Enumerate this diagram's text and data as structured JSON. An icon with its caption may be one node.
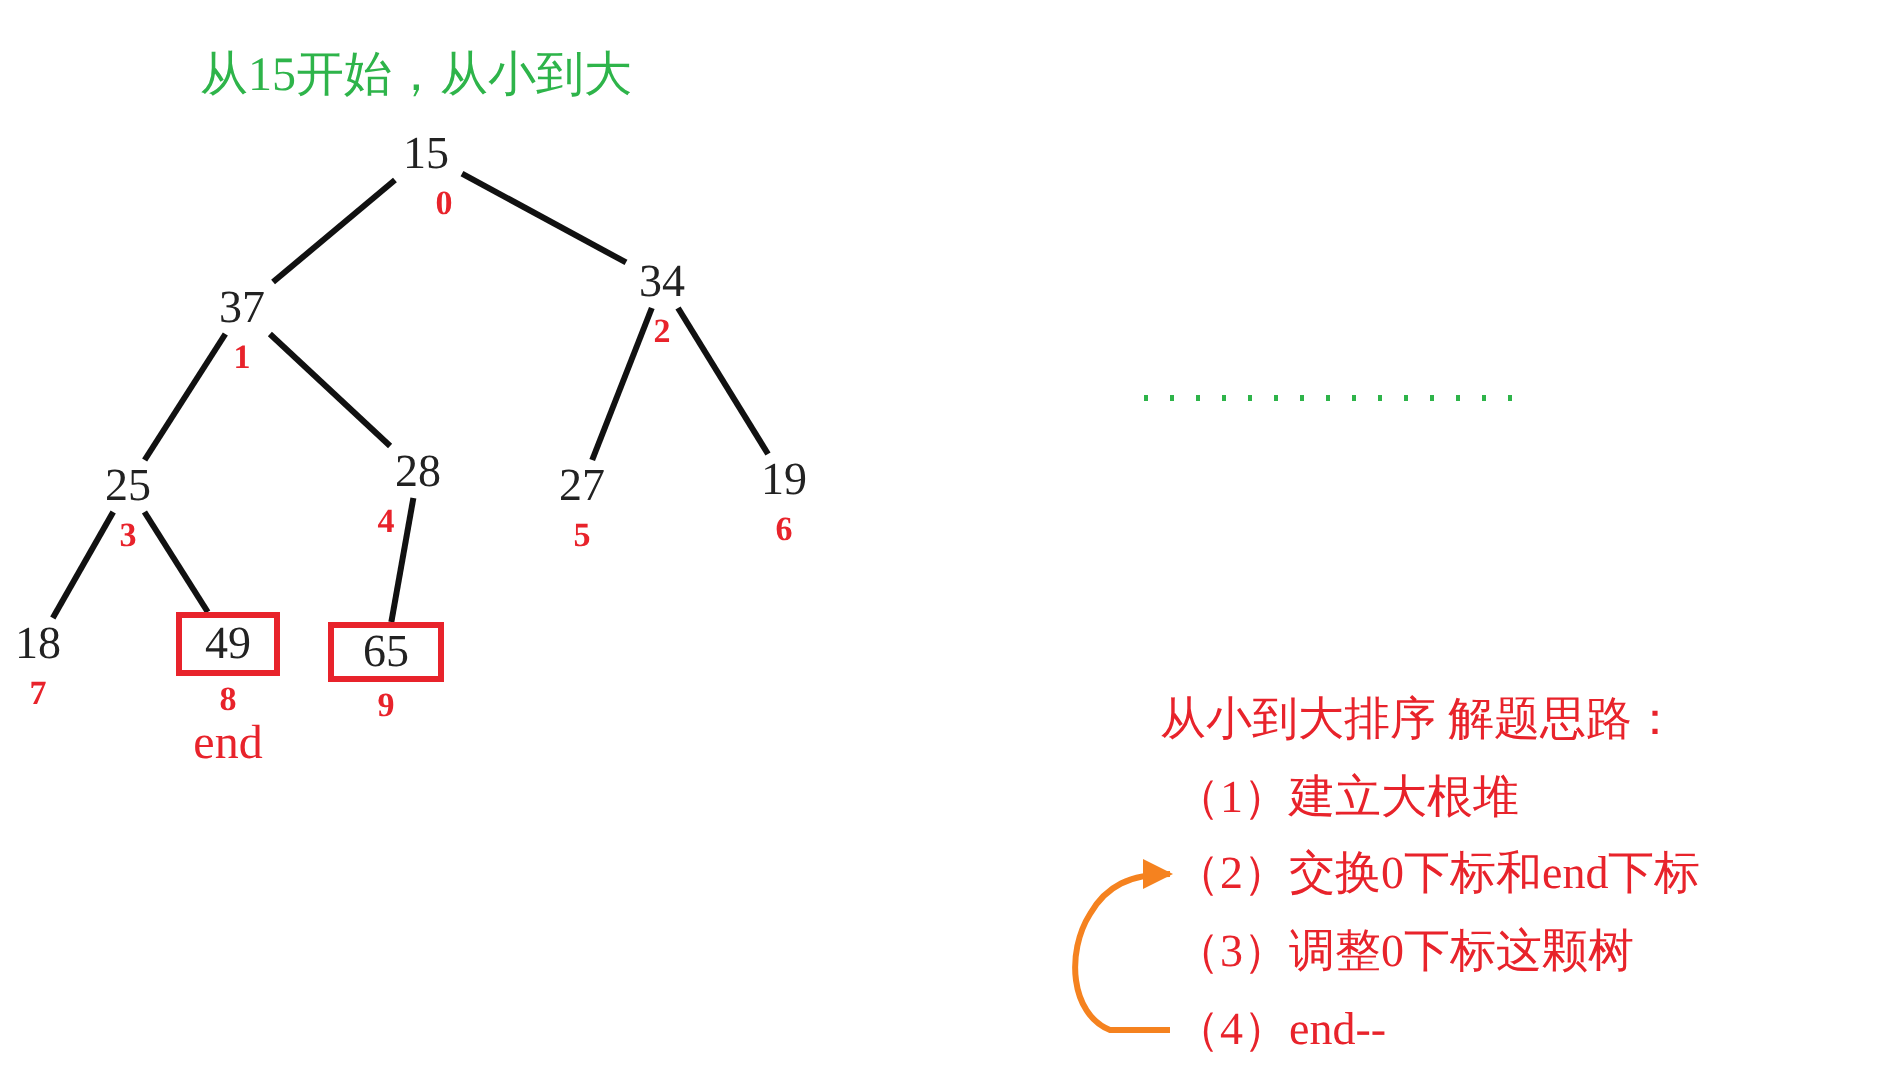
{
  "diagram": {
    "title": "从15开始，从小到大",
    "nodes": [
      {
        "text": [
          "15"
        ],
        "beside": [
          "0"
        ]
      },
      {
        "text": [
          "37"
        ],
        "beside": [
          "1"
        ]
      },
      {
        "text": [
          "34"
        ],
        "beside": [
          "2"
        ]
      },
      {
        "text": [
          "25"
        ],
        "beside": [
          "3"
        ]
      },
      {
        "text": [
          "28"
        ],
        "beside": [
          "4"
        ]
      },
      {
        "text": [
          "27"
        ],
        "beside": [
          "5"
        ]
      },
      {
        "text": [
          "19"
        ],
        "beside": [
          "6"
        ]
      },
      {
        "text": [
          "18"
        ],
        "beside": [
          "7"
        ]
      },
      {
        "text": [
          "49"
        ],
        "beside": [
          "8",
          "end"
        ]
      },
      {
        "text": [
          "65"
        ],
        "beside": [
          "9"
        ]
      },
      {
        "text": [
          "（2）交换0下标和end下标"
        ]
      },
      {
        "text": [
          "（4）end--"
        ]
      }
    ],
    "edges": [
      {
        "from": 0,
        "to": 1,
        "arrow": "none"
      },
      {
        "from": 0,
        "to": 2,
        "arrow": "none"
      },
      {
        "from": 1,
        "to": 3,
        "arrow": "none"
      },
      {
        "from": 1,
        "to": 4,
        "arrow": "none"
      },
      {
        "from": 2,
        "to": 5,
        "arrow": "none"
      },
      {
        "from": 2,
        "to": 6,
        "arrow": "none"
      },
      {
        "from": 3,
        "to": 7,
        "arrow": "none"
      },
      {
        "from": 3,
        "to": 8,
        "arrow": "none"
      },
      {
        "from": 4,
        "to": 9,
        "arrow": "none"
      },
      {
        "from": 11,
        "to": 10,
        "arrow": "to",
        "color": "#f5821f"
      }
    ],
    "labels": [
      "从小到大排序 解题思路：",
      "（1）建立大根堆",
      "（3）调整0下标这颗树"
    ]
  }
}
